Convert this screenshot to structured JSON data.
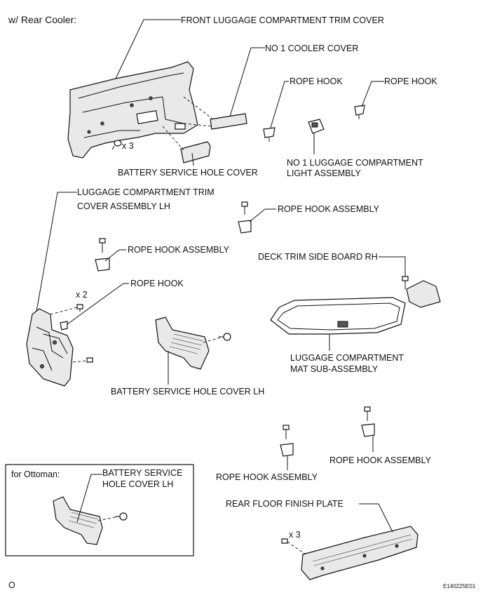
{
  "header": "w/ Rear Cooler:",
  "labels": {
    "front_trim": "FRONT LUGGAGE COMPARTMENT TRIM COVER",
    "cooler_cover": "NO  1 COOLER COVER",
    "rope_hook_a": "ROPE HOOK",
    "rope_hook_b": "ROPE HOOK",
    "x3_top": "x 3",
    "light_line1": "NO  1 LUGGAGE COMPARTMENT",
    "light_line2": "LIGHT ASSEMBLY",
    "battery_cover": "BATTERY SERVICE HOLE COVER",
    "trim_lh_line1": "LUGGAGE COMPARTMENT TRIM",
    "trim_lh_line2": "COVER ASSEMBLY LH",
    "rope_assy_a": "ROPE HOOK ASSEMBLY",
    "rope_assy_b": "ROPE HOOK ASSEMBLY",
    "deck_trim": "DECK TRIM SIDE BOARD RH",
    "x2": "x 2",
    "rope_hook_c": "ROPE HOOK",
    "mat_line1": "LUGGAGE COMPARTMENT",
    "mat_line2": "MAT SUB-ASSEMBLY",
    "battery_lh": "BATTERY SERVICE HOLE COVER LH",
    "rope_assy_c": "ROPE HOOK ASSEMBLY",
    "rope_assy_d": "ROPE HOOK ASSEMBLY",
    "ottoman_title": "for Ottoman:",
    "ottoman_line1": "BATTERY SERVICE",
    "ottoman_line2": "HOLE COVER LH",
    "rear_floor": "REAR FLOOR FINISH PLATE",
    "x3_bottom": "x 3"
  },
  "footer": {
    "left_mark": "O",
    "code": "E140225E01"
  }
}
